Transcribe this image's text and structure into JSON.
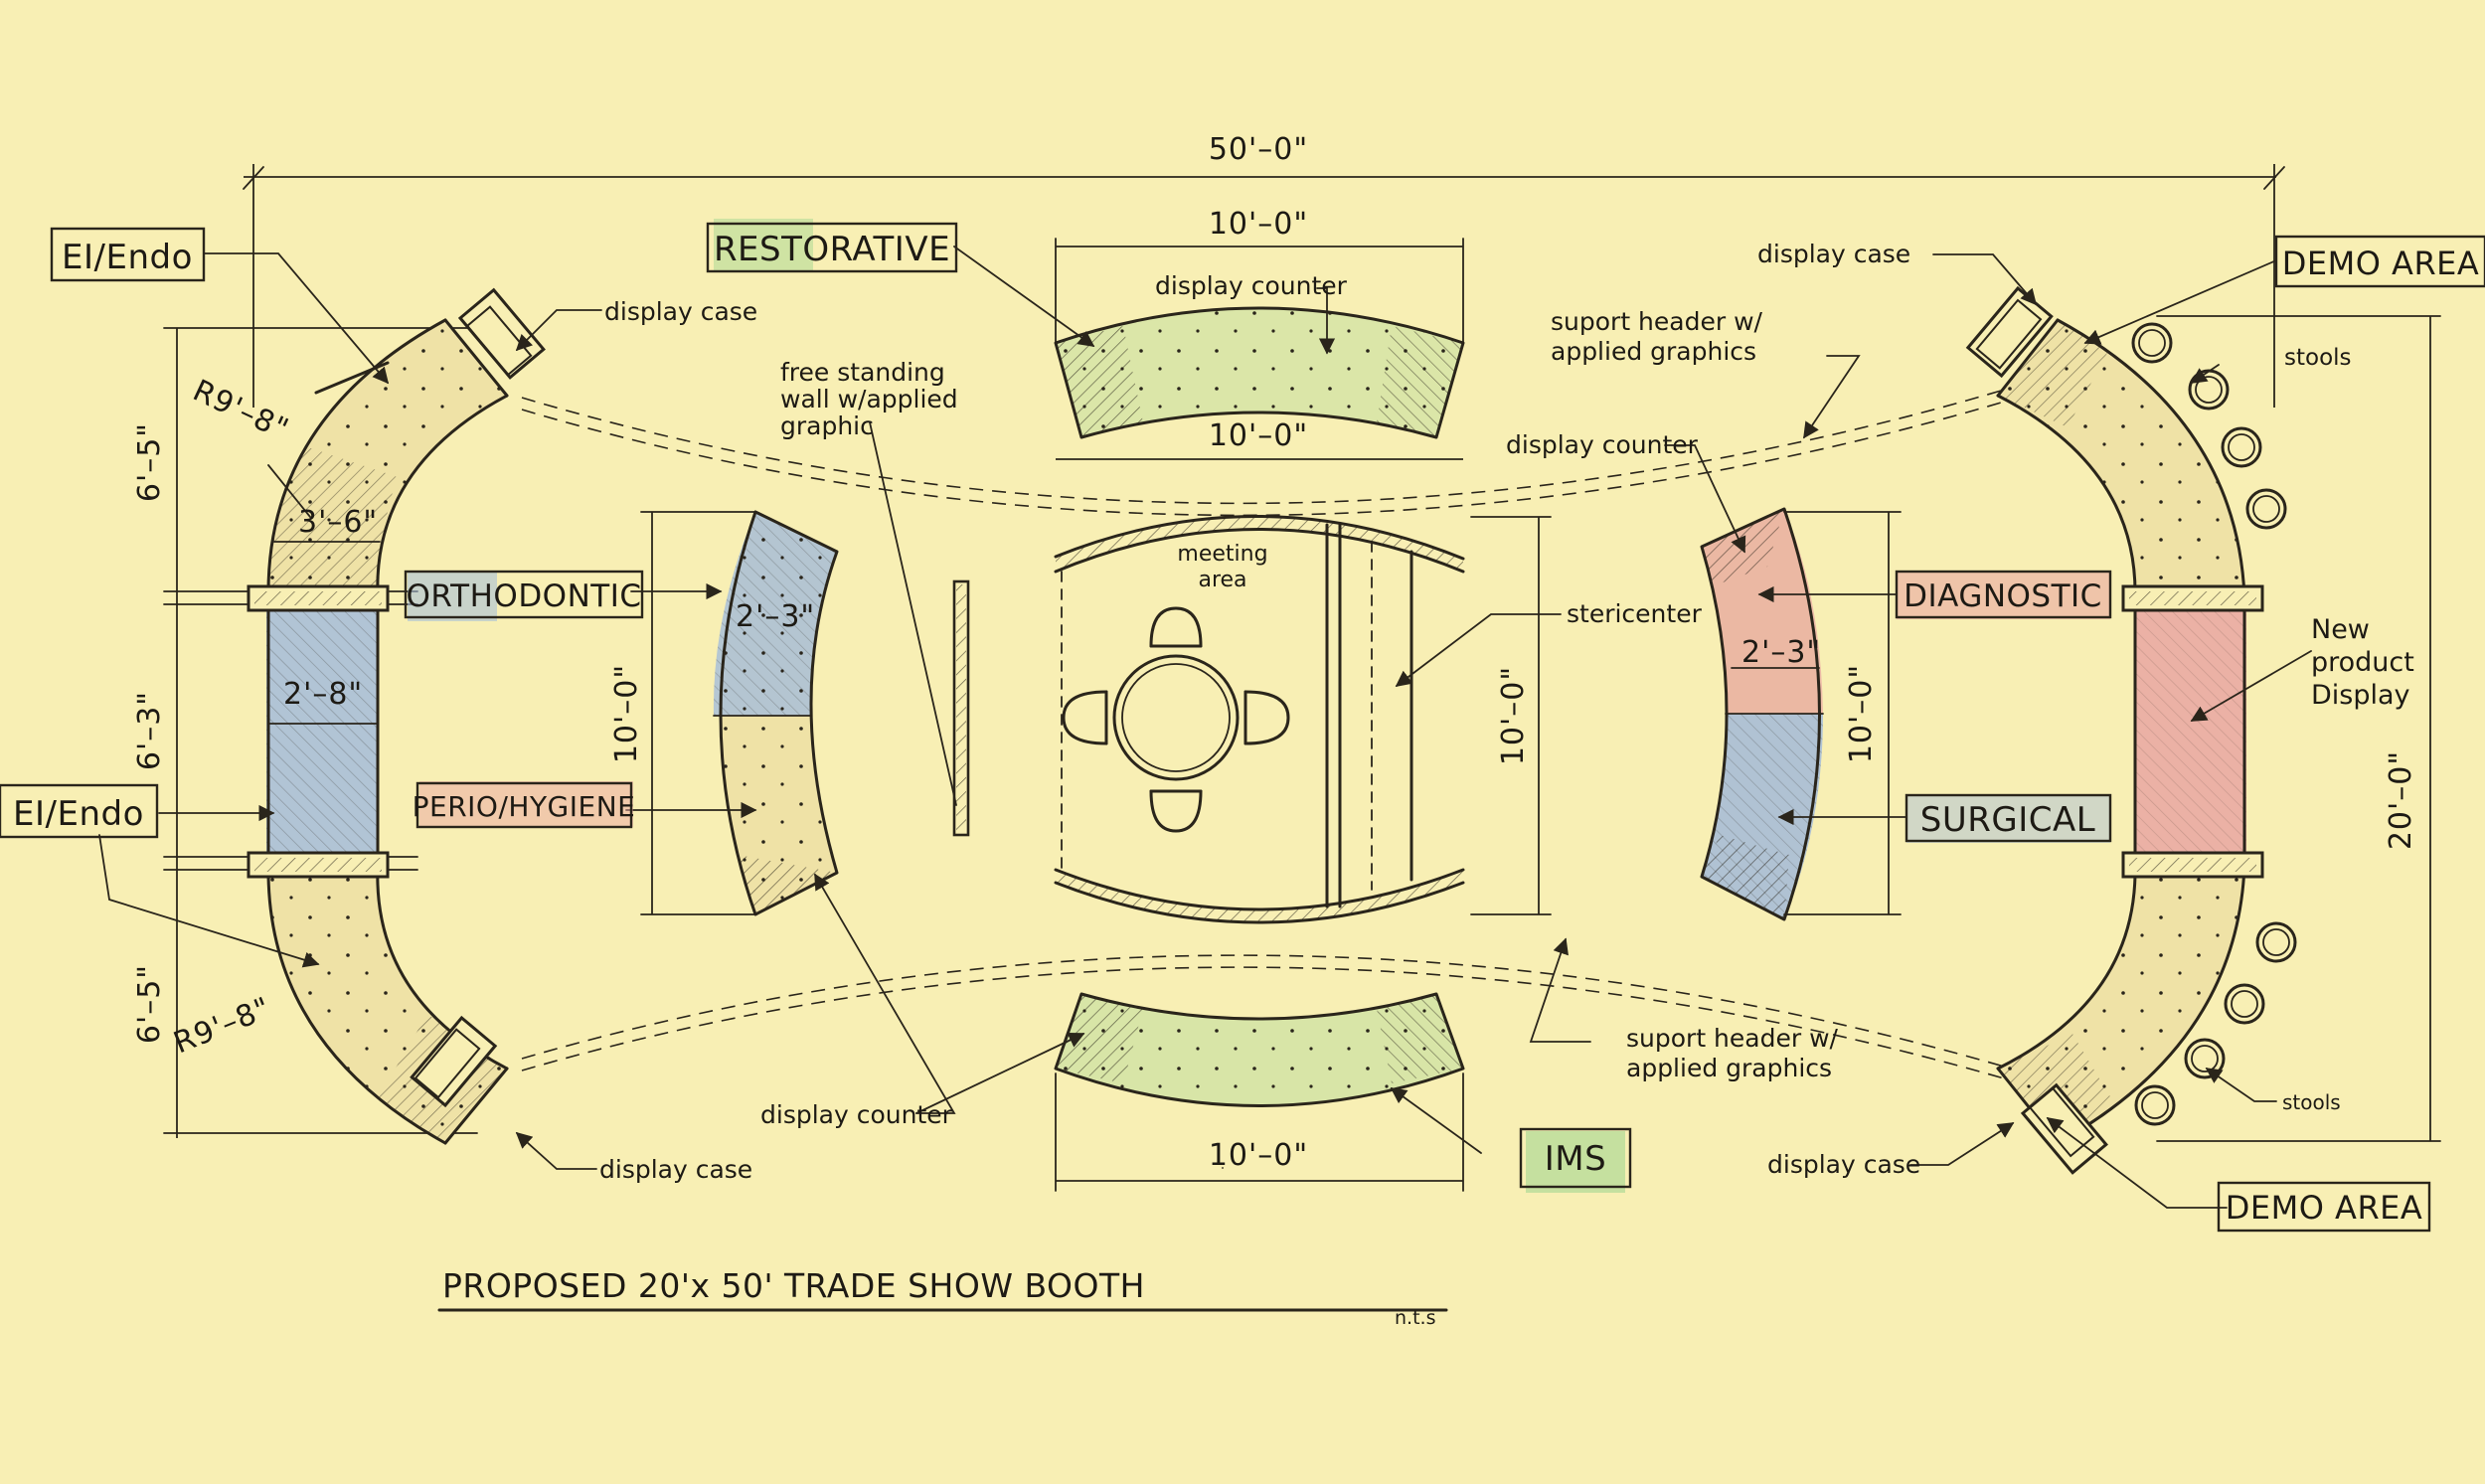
{
  "colors": {
    "paper": "#f8efb4",
    "ink": "#2a251b",
    "green": "#b8dc9a",
    "blue": "#a9bfd8",
    "pink": "#e9a6a2",
    "counter": "#efe2a6"
  },
  "dimensions": {
    "overall_width": "50'–0\"",
    "overall_depth": "20'–0\"",
    "top_counter_width": "10'–0\"",
    "top_counter_inner": "10'–0\"",
    "bottom_counter_width": "10'–0\"",
    "meeting_depth": "10'–0\"",
    "left_curve_depth": "10'–0\"",
    "right_curve_depth": "10'–0\"",
    "left_top_segment": "6'–5\"",
    "left_mid_segment": "6'–3\"",
    "left_bottom_segment": "6'–5\"",
    "radius_top": "R9'–8\"",
    "radius_bottom": "R9'–8\"",
    "arc_width_a": "3'–6\"",
    "arc_width_b": "2'–8\"",
    "counter_depth_left": "2'–3\"",
    "counter_depth_right": "2'–3\""
  },
  "labels": {
    "ei_endo_top": "EI/Endo",
    "ei_endo_mid": "EI/Endo",
    "restorative": "RESTORATIVE",
    "orthodontic": "ORTHODONTIC",
    "perio_hygiene": "PERIO/HYGIENE",
    "diagnostic": "DIAGNOSTIC",
    "surgical": "SURGICAL",
    "ims": "IMS",
    "demo_area_top": "DEMO AREA",
    "demo_area_bottom": "DEMO AREA"
  },
  "notes": {
    "display_case_tl": "display case",
    "display_case_bl": "display case",
    "display_case_tr": "display case",
    "display_case_br": "display case",
    "display_counter_top": "display counter",
    "display_counter_right": "display counter",
    "display_counter_bottom": "display  counter",
    "free_standing_1": "free standing",
    "free_standing_2": "wall w/applied",
    "free_standing_3": "graphic",
    "support_top_1": "suport header w/",
    "support_top_2": "applied graphics",
    "support_bottom_1": "suport header w/",
    "support_bottom_2": "applied graphics",
    "meeting_1": "meeting",
    "meeting_2": "area",
    "stericenter": "stericenter",
    "stools_top": "stools",
    "stools_bottom": "stools",
    "new_product_1": "New",
    "new_product_2": "product",
    "new_product_3": "Display"
  },
  "title": {
    "main": "PROPOSED 20'x 50' TRADE SHOW BOOTH",
    "scale": "n.t.s"
  }
}
